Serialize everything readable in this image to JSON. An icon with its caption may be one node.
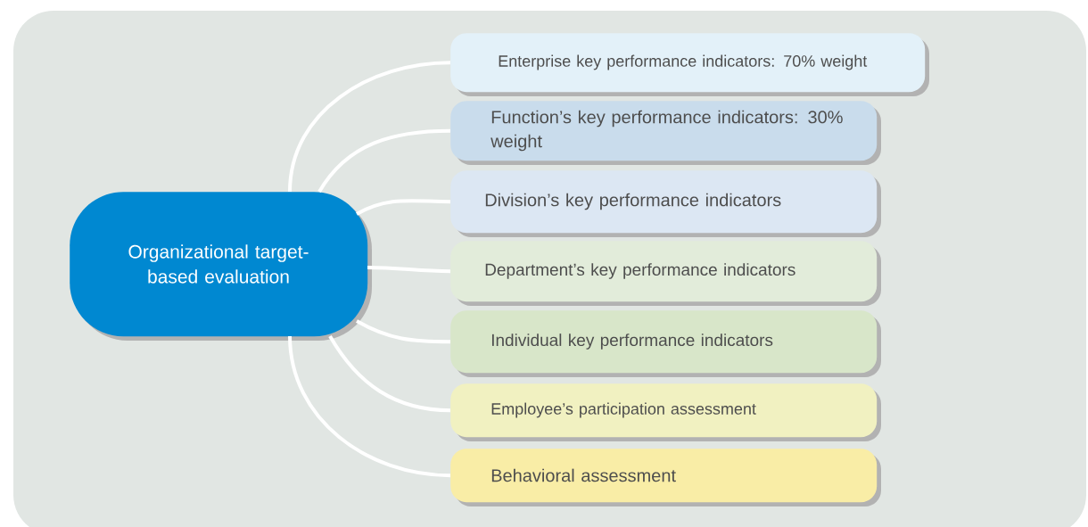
{
  "diagram": {
    "nodes": [
      {
        "text": [
          "Organizational target-based evaluation"
        ]
      },
      {
        "text": [
          "Enterprise key performance indicators: 70% weight"
        ]
      },
      {
        "text": [
          "Function’s key performance indicators: 30% weight"
        ]
      },
      {
        "text": [
          "Division’s key performance indicators"
        ]
      },
      {
        "text": [
          "Department’s key performance indicators"
        ]
      },
      {
        "text": [
          "Individual key performance indicators"
        ]
      },
      {
        "text": [
          "Employee’s participation assessment"
        ]
      },
      {
        "text": [
          "Behavioral assessment"
        ]
      }
    ],
    "edges": [
      {
        "from": 0,
        "to": 1,
        "arrow": "none"
      },
      {
        "from": 0,
        "to": 2,
        "arrow": "none"
      },
      {
        "from": 0,
        "to": 3,
        "arrow": "none"
      },
      {
        "from": 0,
        "to": 4,
        "arrow": "none"
      },
      {
        "from": 0,
        "to": 5,
        "arrow": "none"
      },
      {
        "from": 0,
        "to": 6,
        "arrow": "none"
      },
      {
        "from": 0,
        "to": 7,
        "arrow": "none"
      }
    ]
  }
}
